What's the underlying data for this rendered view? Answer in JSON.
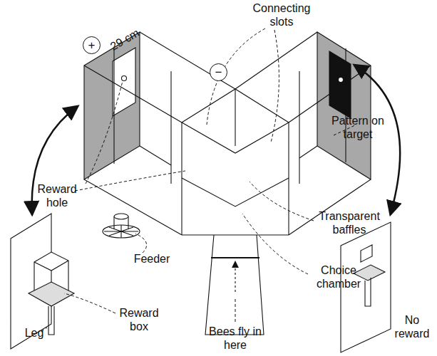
{
  "diagram": {
    "nodes": [
      {
        "text": [
          "+"
        ]
      },
      {
        "text": [
          "−"
        ]
      }
    ],
    "labels": [
      "29 cm",
      "Connecting slots",
      "Pattern on target",
      "Reward hole",
      "Transparent baffles",
      "Feeder",
      "Choice chamber",
      "Reward box",
      "Leg",
      "Bees fly in here",
      "No reward"
    ]
  }
}
